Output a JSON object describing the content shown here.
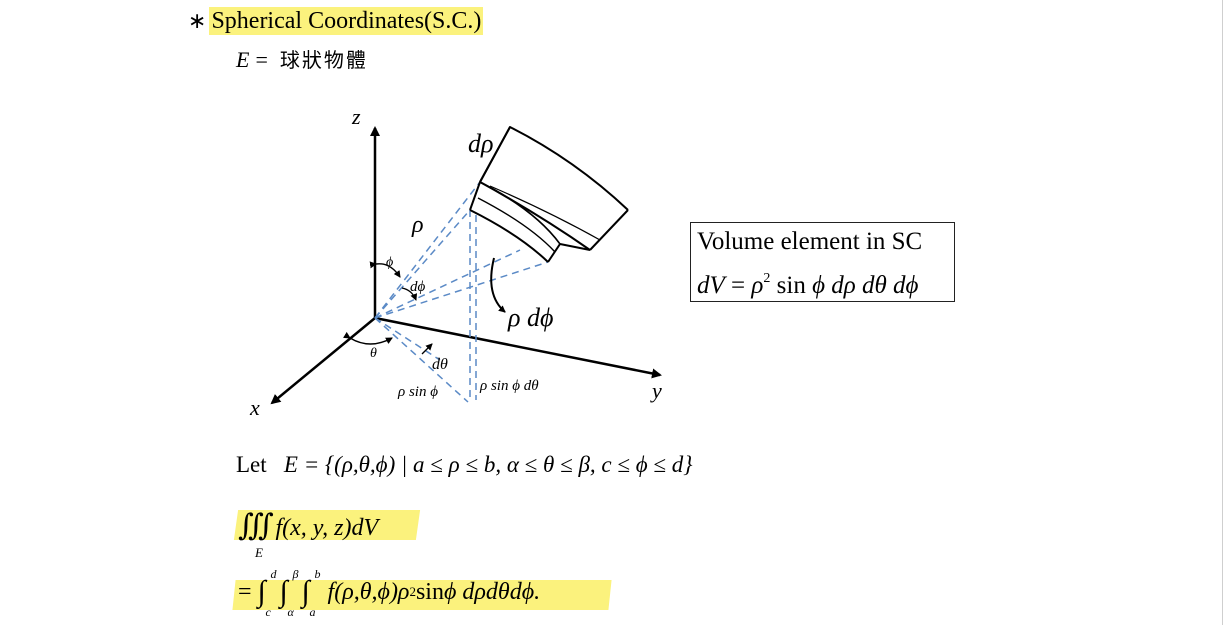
{
  "heading": {
    "bullet": "∗",
    "title": "Spherical Coordinates(S.C.)"
  },
  "e_line": {
    "var": "E",
    "eq": "=",
    "chinese": "球狀物體"
  },
  "diagram": {
    "z": "z",
    "x": "x",
    "y": "y",
    "drho": "dρ",
    "rho": "ρ",
    "phi": "ϕ",
    "dphi": "dϕ",
    "rho_dphi": "ρ dϕ",
    "theta": "θ",
    "dtheta": "dθ",
    "rho_sinphi": "ρ sin ϕ",
    "rho_sinphi_dtheta": "ρ sin ϕ dθ"
  },
  "volume_box": {
    "line1": "Volume element in SC",
    "lhs": "dV",
    "eq": " = ",
    "rho": "ρ",
    "sup": "2",
    "rest_sin": " sin ",
    "rest_terms": "ϕ dρ dθ dϕ"
  },
  "let_line": {
    "let": "Let",
    "set": "E = {(ρ,θ,ϕ) |  a ≤ ρ ≤ b, α ≤ θ ≤ β, c ≤ ϕ ≤ d}"
  },
  "triple_integral": {
    "symbol": "∭",
    "integrand": "f(x, y, z)dV",
    "region": "E"
  },
  "iterated": {
    "eq": "=",
    "int1": {
      "upper": "d",
      "lower": "c"
    },
    "int2": {
      "upper": "β",
      "lower": "α"
    },
    "int3": {
      "upper": "b",
      "lower": "a"
    },
    "f": "f(ρ,θ,ϕ)ρ",
    "sup": "2",
    "sin": " sin ",
    "tail": "ϕ dρdθdϕ."
  },
  "colors": {
    "highlight": "#fbf27d",
    "dashed": "#5b8ac6",
    "text": "#000000"
  }
}
